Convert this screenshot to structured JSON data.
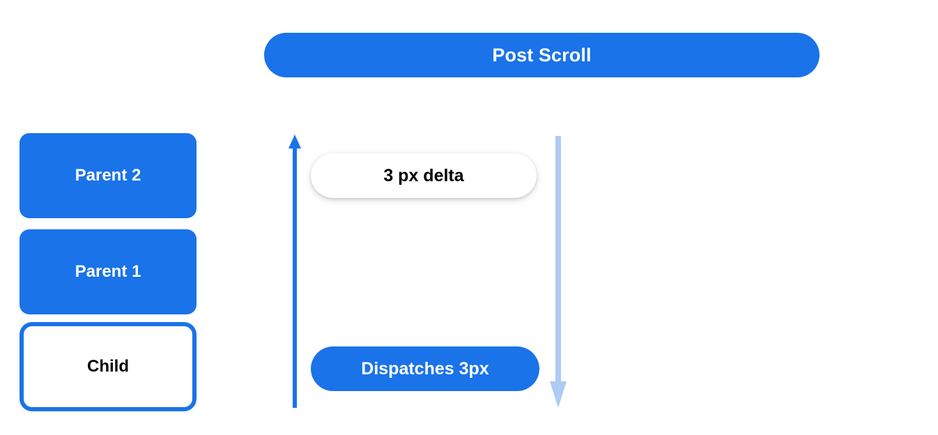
{
  "diagram": {
    "title": "Post Scroll",
    "background_color": "#ffffff",
    "accent_color": "#1a73e8",
    "muted_accent_color": "#aecbf5",
    "boxes": [
      {
        "label": "Parent 2",
        "style": "filled",
        "text_color": "#ffffff",
        "fill": "#1a73e8"
      },
      {
        "label": "Parent 1",
        "style": "filled",
        "text_color": "#ffffff",
        "fill": "#1a73e8"
      },
      {
        "label": "Child",
        "style": "outlined",
        "text_color": "#000000",
        "fill": "#ffffff"
      }
    ],
    "arrows": [
      {
        "name": "scroll-up-arrow",
        "direction": "up",
        "color": "#1a73e8"
      },
      {
        "name": "scroll-down-arrow",
        "direction": "down",
        "color": "#aecbf5"
      }
    ],
    "annotations": [
      {
        "label": "3 px delta",
        "style": "white-pill",
        "text_color": "#000000"
      },
      {
        "label": "Dispatches 3px",
        "style": "blue-pill",
        "text_color": "#ffffff"
      }
    ]
  }
}
